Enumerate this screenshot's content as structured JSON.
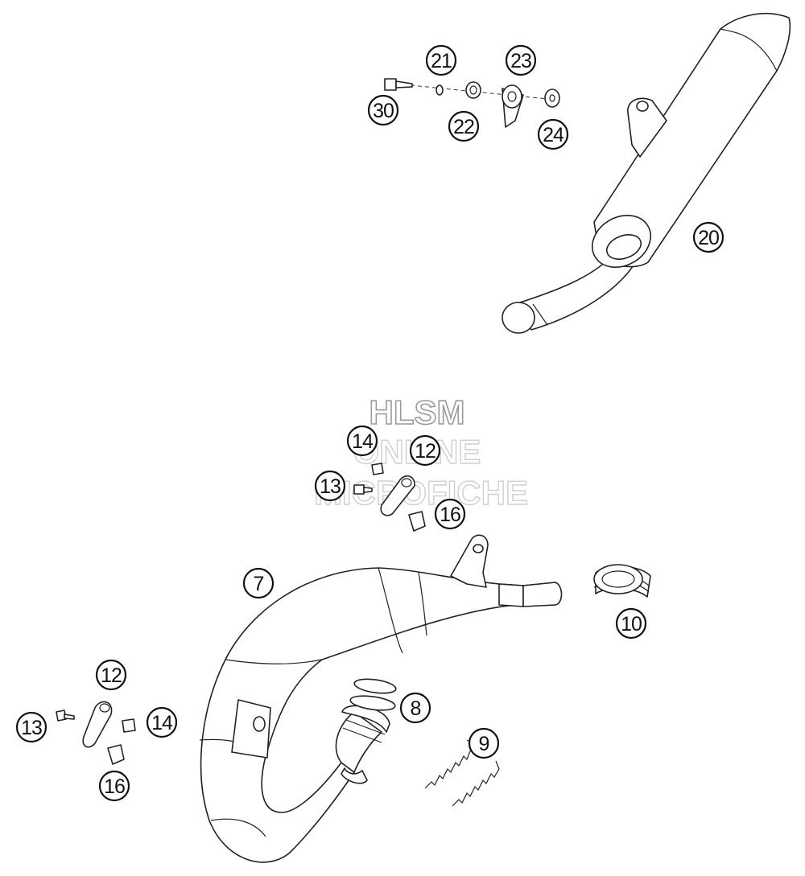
{
  "watermark": {
    "line1": "HLSM",
    "line2": "ONLINE",
    "line3": "MICROFICHE"
  },
  "callouts": {
    "c21": "21",
    "c23": "23",
    "c30": "30",
    "c22": "22",
    "c24": "24",
    "c20": "20",
    "c14_top": "14",
    "c12_top": "12",
    "c13_top": "13",
    "c16_top": "16",
    "c7": "7",
    "c10": "10",
    "c8": "8",
    "c9": "9",
    "c12_bottom": "12",
    "c13_bottom": "13",
    "c14_bottom": "14",
    "c16_bottom": "16"
  }
}
